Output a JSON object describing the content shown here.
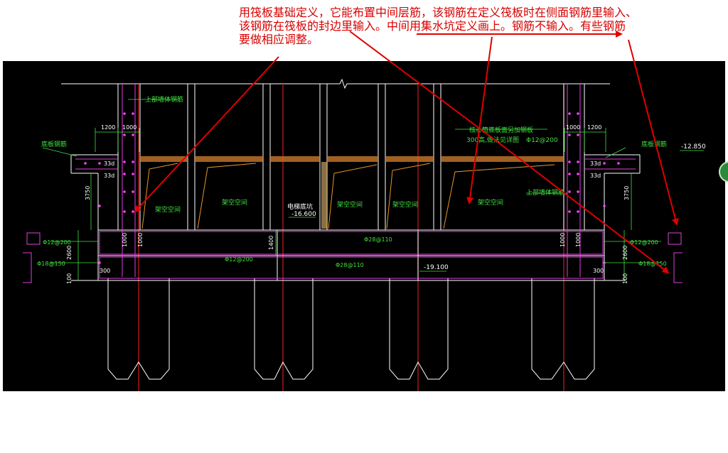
{
  "annotation": {
    "lines": [
      "用筏板基础定义，它能布置中间层筋，该钢筋在定义筏板时在侧面钢筋里输入、",
      "该钢筋在筏板的封边里输入。中间用集水坑定义画上。钢筋不输入。有些钢筋",
      "要做相应调整。"
    ],
    "color": "#d80000"
  },
  "drawing": {
    "background": "#000000",
    "labels": {
      "top_rebar_left": "上部墙体钢筋",
      "top_rebar_right": "上部墙体钢筋",
      "slab_rebar_left": "底板钢筋",
      "slab_rebar_right": "底板钢筋",
      "core_rebar_line1": "核心筒底板面另加钢板",
      "core_rebar_line2": "300高,做法见详图",
      "core_rebar_spec": "Φ12@200",
      "void_1": "架空空间",
      "void_2": "架空空间",
      "void_3": "架空空间",
      "void_4": "架空空间",
      "void_5": "架空空间",
      "elevator_pit": "电梯底坑",
      "elev_pit_level": "-16.600",
      "elev_right": "-12.850",
      "elev_bottom": "-19.100"
    },
    "dims": {
      "d1200_l": "1200",
      "d1000_l": "1000",
      "d1000_r": "1000",
      "d1200_r": "1200",
      "d33_l1": "33d",
      "d33_l2": "33d",
      "d33_r1": "33d",
      "d33_r2": "33d",
      "d3750_l": "3750",
      "d3750_r": "3750",
      "d1000_v1": "1000",
      "d1000_v2": "1000",
      "d1400": "1400",
      "d1000_v3": "1000",
      "d1000_v4": "1000",
      "d2600_l": "2600",
      "d2600_r": "2600",
      "d100_l": "100",
      "d100_r": "100",
      "d300_l": "300",
      "d300_r": "300"
    },
    "rebar": {
      "r_l1": "Φ12@200",
      "r_l2": "Φ18@150",
      "r_mid1": "Φ12@200",
      "r_mid2": "Φ28@110",
      "r_mid3": "Φ28@110",
      "r_r1": "Φ12@200",
      "r_r2": "Φ18@150"
    }
  }
}
